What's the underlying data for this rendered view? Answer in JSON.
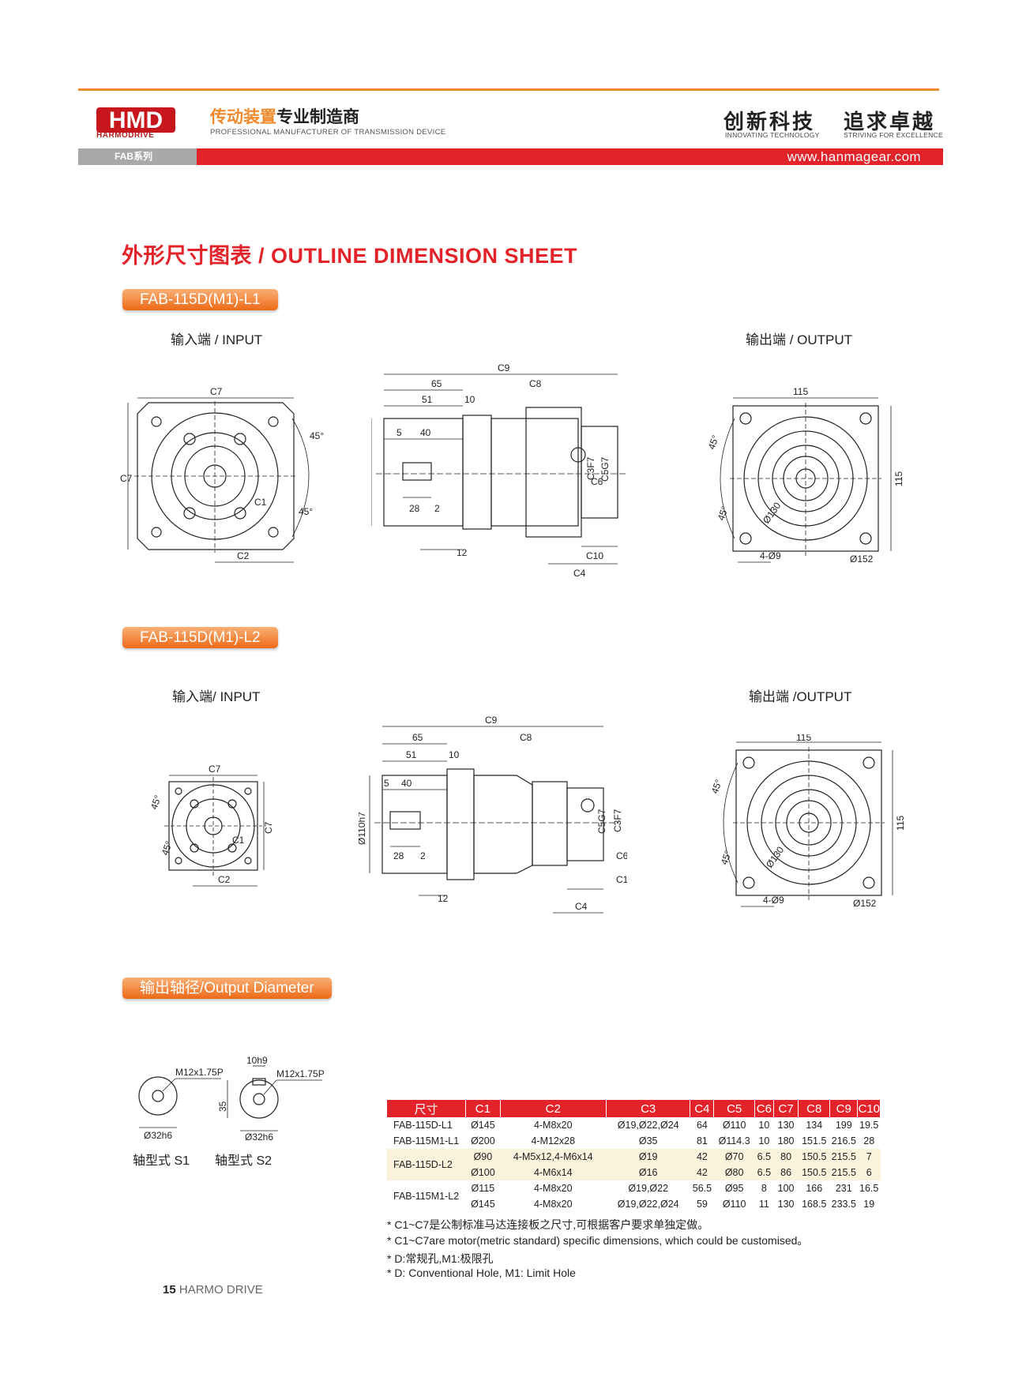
{
  "header": {
    "logo_text": "HMD",
    "logo_sub": "HARMODRIVE",
    "tagline_cn_a": "传动装置",
    "tagline_cn_b": "专业制造商",
    "tagline_en": "PROFESSIONAL MANUFACTURER OF TRANSMISSION DEVICE",
    "slogan1_cn": "创新科技",
    "slogan1_en": "INNOVATING TECHNOLOGY",
    "slogan2_cn": "追求卓越",
    "slogan2_en": "STRIVING FOR EXCELLENCE",
    "series": "FAB系列",
    "website": "www.hanmagear.com"
  },
  "sheet_title": "外形尺寸图表 / OUTLINE DIMENSION SHEET",
  "sections": {
    "l1": {
      "label": "FAB-115D(M1)-L1",
      "input": "输入端 / INPUT",
      "output": "输出端 / OUTPUT"
    },
    "l2": {
      "label": "FAB-115D(M1)-L2",
      "input": "输入端/ INPUT",
      "output": "输出端 /OUTPUT"
    },
    "shaft": {
      "label": "输出轴径/Output Diameter"
    }
  },
  "dims": {
    "C7": "C7",
    "C2": "C2",
    "C1": "C1",
    "C9": "C9",
    "C8": "C8",
    "C3": "C3F7",
    "C5": "C5G7",
    "C6": "C6",
    "C10": "C10",
    "C4": "C4",
    "d65": "65",
    "d51": "51",
    "d10": "10",
    "d5": "5",
    "d40": "40",
    "d28": "28",
    "d2": "2",
    "d12": "12",
    "dia110": "Ø110h7",
    "a45": "45°",
    "sq115": "115",
    "dia130": "Ø130",
    "holes": "4-Ø9",
    "dia152": "Ø152"
  },
  "shafts": {
    "s1": {
      "thread": "M12x1.75P",
      "dia": "Ø32h6",
      "caption": "轴型式 S1"
    },
    "s2": {
      "key": "10h9",
      "len": "35",
      "thread": "M12x1.75P",
      "dia": "Ø32h6",
      "caption": "轴型式 S2"
    }
  },
  "table": {
    "headers": [
      "尺寸",
      "C1",
      "C2",
      "C3",
      "C4",
      "C5",
      "C6",
      "C7",
      "C8",
      "C9",
      "C10"
    ],
    "groups": [
      {
        "model": "FAB-115D-L1",
        "rows": [
          [
            "Ø145",
            "4-M8x20",
            "Ø19,Ø22,Ø24",
            "64",
            "Ø110",
            "10",
            "130",
            "134",
            "199",
            "19.5"
          ]
        ]
      },
      {
        "model": "FAB-115M1-L1",
        "rows": [
          [
            "Ø200",
            "4-M12x28",
            "Ø35",
            "81",
            "Ø114.3",
            "10",
            "180",
            "151.5",
            "216.5",
            "28"
          ]
        ]
      },
      {
        "model": "FAB-115D-L2",
        "rows": [
          [
            "Ø90",
            "4-M5x12,4-M6x14",
            "Ø19",
            "42",
            "Ø70",
            "6.5",
            "80",
            "150.5",
            "215.5",
            "7"
          ],
          [
            "Ø100",
            "4-M6x14",
            "Ø16",
            "42",
            "Ø80",
            "6.5",
            "86",
            "150.5",
            "215.5",
            "6"
          ]
        ]
      },
      {
        "model": "FAB-115M1-L2",
        "rows": [
          [
            "Ø115",
            "4-M8x20",
            "Ø19,Ø22",
            "56.5",
            "Ø95",
            "8",
            "100",
            "166",
            "231",
            "16.5"
          ],
          [
            "Ø145",
            "4-M8x20",
            "Ø19,Ø22,Ø24",
            "59",
            "Ø110",
            "11",
            "130",
            "168.5",
            "233.5",
            "19"
          ]
        ]
      }
    ]
  },
  "notes": [
    "* C1~C7是公制标准马达连接板之尺寸,可根据客户要求单独定做。",
    "* C1~C7are motor(metric standard)  specific dimensions, which could be customised。",
    "* D:常规孔,M1:极限孔",
    "* D: Conventional Hole, M1: Limit Hole"
  ],
  "footer": {
    "page": "15",
    "brand": "HARMO DRIVE"
  },
  "colors": {
    "accent_red": "#e2232a",
    "accent_orange": "#f08a2c",
    "gray_bar": "#a8a8a8"
  }
}
